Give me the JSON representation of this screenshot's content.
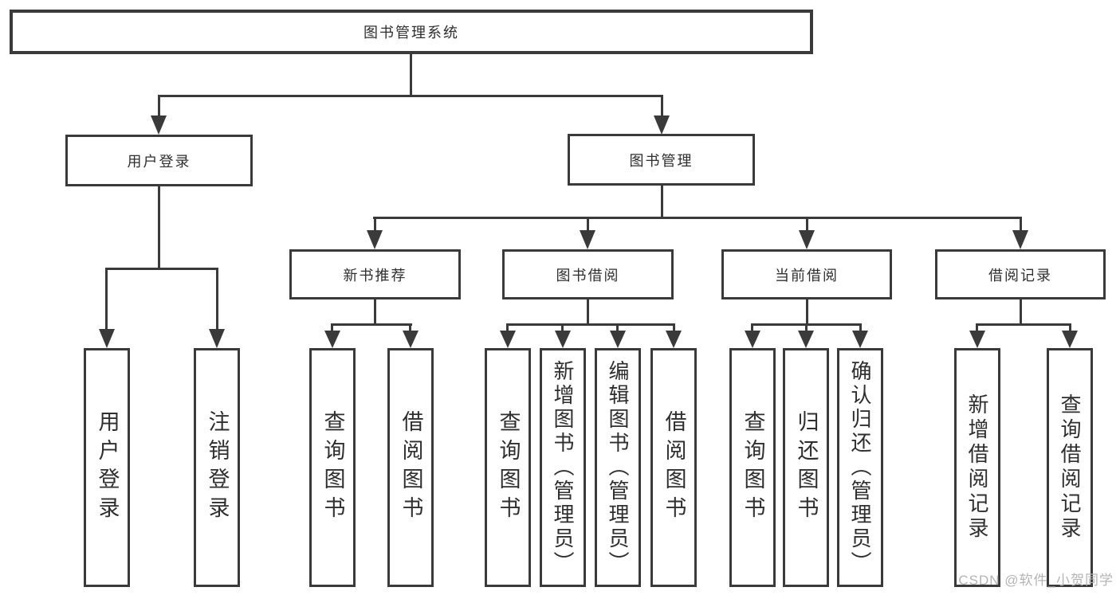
{
  "tree": {
    "root": "图书管理系统",
    "branches": [
      {
        "label": "用户登录",
        "children": [
          "用户登录",
          "注销登录"
        ]
      },
      {
        "label": "图书管理",
        "modules": [
          {
            "label": "新书推荐",
            "children": [
              "查询图书",
              "借阅图书"
            ]
          },
          {
            "label": "图书借阅",
            "children": [
              "查询图书",
              "新增图书（管理员）",
              "编辑图书（管理员）",
              "借阅图书"
            ]
          },
          {
            "label": "当前借阅",
            "children": [
              "查询图书",
              "归还图书",
              "确认归还（管理员）"
            ]
          },
          {
            "label": "借阅记录",
            "children": [
              "新增借阅记录",
              "查询借阅记录"
            ]
          }
        ]
      }
    ]
  },
  "watermark": {
    "text": "CSDN @软件_小贺同学",
    "color": "#b4b4b4"
  },
  "colors": {
    "line": "#3a3a3a",
    "text": "#2e2e2e",
    "background": "#ffffff"
  }
}
